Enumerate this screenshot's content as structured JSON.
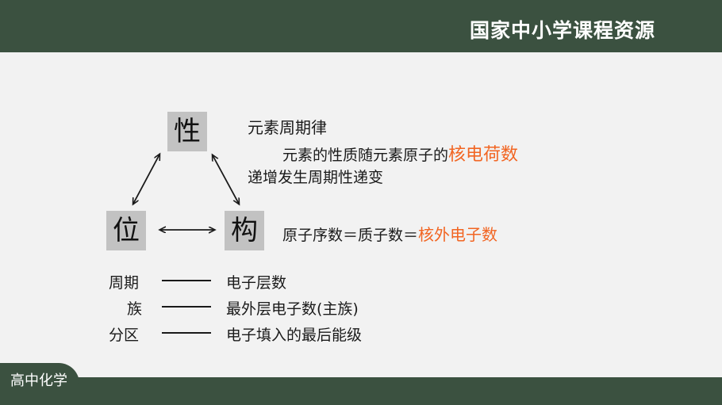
{
  "header": {
    "brand": "国家中小学课程资源"
  },
  "footer": {
    "subject": "高中化学"
  },
  "diagram": {
    "top_label": "性",
    "left_label": "位",
    "right_label": "构"
  },
  "law": {
    "title": "元素周期律",
    "line1_prefix": "元素的性质随元素原子的",
    "line1_highlight": "核电荷数",
    "line2": "递增发生周期性递变"
  },
  "equation": {
    "prefix": "原子序数＝质子数＝",
    "highlight": "核外电子数"
  },
  "relations": [
    {
      "term": "周期",
      "desc": "电子层数"
    },
    {
      "term": "族",
      "desc": "最外层电子数(主族)"
    },
    {
      "term": "分区",
      "desc": "电子填入的最后能级"
    }
  ],
  "colors": {
    "bar": "#3b5140",
    "highlight": "#f26522",
    "box": "#c2c2c2"
  }
}
